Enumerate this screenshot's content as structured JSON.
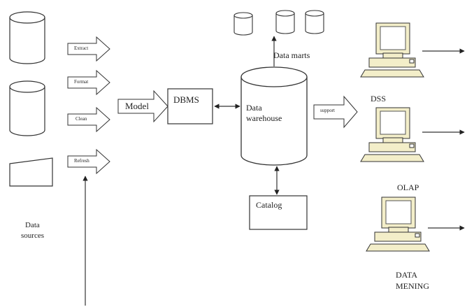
{
  "data_sources_label_line1": "Data",
  "data_sources_label_line2": "sources",
  "process_steps": [
    "Extract",
    "Format",
    "Clean",
    "Refresh"
  ],
  "model_label": "Model",
  "dbms_label": "DBMS",
  "warehouse_label_line1": "Data",
  "warehouse_label_line2": "warehouse",
  "data_marts_label": "Data marts",
  "catalog_label": "Catalog",
  "support_label": "support",
  "dss_label": "DSS",
  "olap_label": "OLAP",
  "data_mining_line1": "DATA",
  "data_mining_line2": "MENING"
}
